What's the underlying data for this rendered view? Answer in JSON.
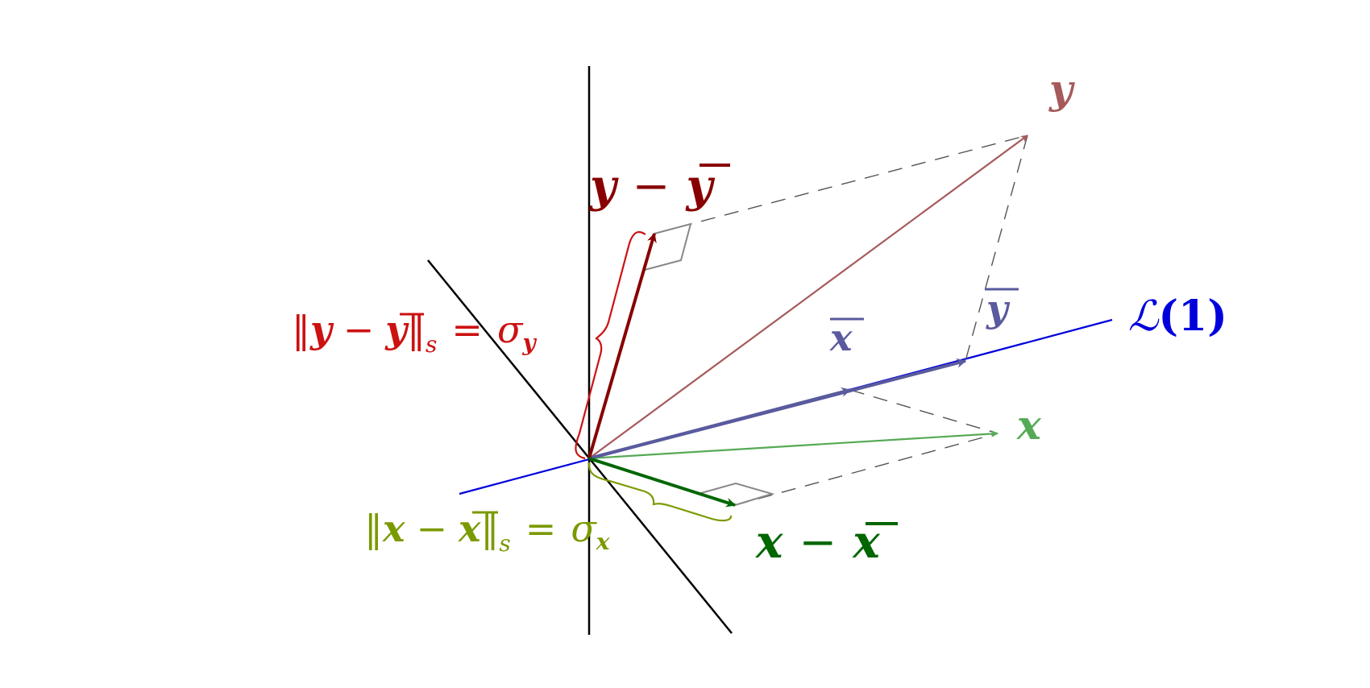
{
  "colors": {
    "axis": "#000000",
    "span_line": "#0000dd",
    "y_vec": "#a65a5a",
    "x_vec": "#55aa55",
    "mean_vec": "#5a5a9e",
    "y_dev": "#880000",
    "x_dev": "#006600",
    "y_norm": "#cc1111",
    "x_norm": "#7a9a00",
    "dash": "#555555",
    "right_angle": "#888888"
  },
  "labels": {
    "y": {
      "main": "y"
    },
    "x": {
      "main": "x"
    },
    "ybar": {
      "main": "y"
    },
    "xbar": {
      "main": "x"
    },
    "span": {
      "script": "ℒ",
      "arg": "(1)"
    },
    "y_dev": {
      "a": "y",
      "op": "−",
      "b": "y"
    },
    "x_dev": {
      "a": "x",
      "op": "−",
      "b": "x"
    },
    "y_norm": {
      "open": "‖",
      "a": "y",
      "op": "−",
      "b": "y",
      "close": "‖",
      "sub": "s",
      "eq": "=",
      "sigma": "σ",
      "sigma_sub": "y"
    },
    "x_norm": {
      "open": "‖",
      "a": "x",
      "op": "−",
      "b": "x",
      "close": "‖",
      "sub": "s",
      "eq": "=",
      "sigma": "σ",
      "sigma_sub": "x"
    }
  }
}
